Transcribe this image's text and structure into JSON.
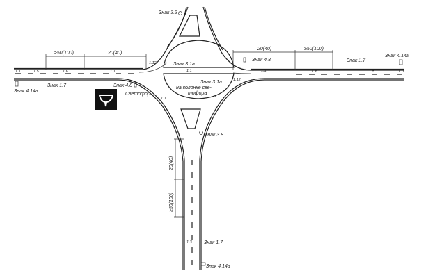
{
  "signs": {
    "sign_3_3": "Знак 3.3",
    "sign_3_1a": "Знак 3.1а",
    "sign_3_1a_pole": "Знак 3.1а",
    "sign_3_1a_pole_note1": "на колонке све-",
    "sign_3_1a_pole_note2": "тофора",
    "sign_4_8_left": "Знак 4.8",
    "sign_4_8_right": "Знак 4.8",
    "traffic_light": "Светофор",
    "sign_1_7_left": "Знак 1.7",
    "sign_1_7_right": "Знак 1.7",
    "sign_1_7_bottom": "Знак 1.7",
    "sign_4_14a_left": "Знак 4.14а",
    "sign_4_14a_right": "Знак 4.14а",
    "sign_4_14a_bottom": "Знак 4.14а",
    "sign_3_8": "Знак 3.8"
  },
  "dimensions": {
    "left_far": "≥50(100)",
    "left_near": "20(40)",
    "right_near": "20(40)",
    "right_far": "≥50(100)",
    "bottom_near": "20(40)",
    "bottom_far": "≥50(100)"
  },
  "markings": {
    "m1_1": "1.1",
    "m1_3": "1.3",
    "m1_5": "1.5",
    "m1_6": "1.6",
    "m1_12": "1.12"
  }
}
